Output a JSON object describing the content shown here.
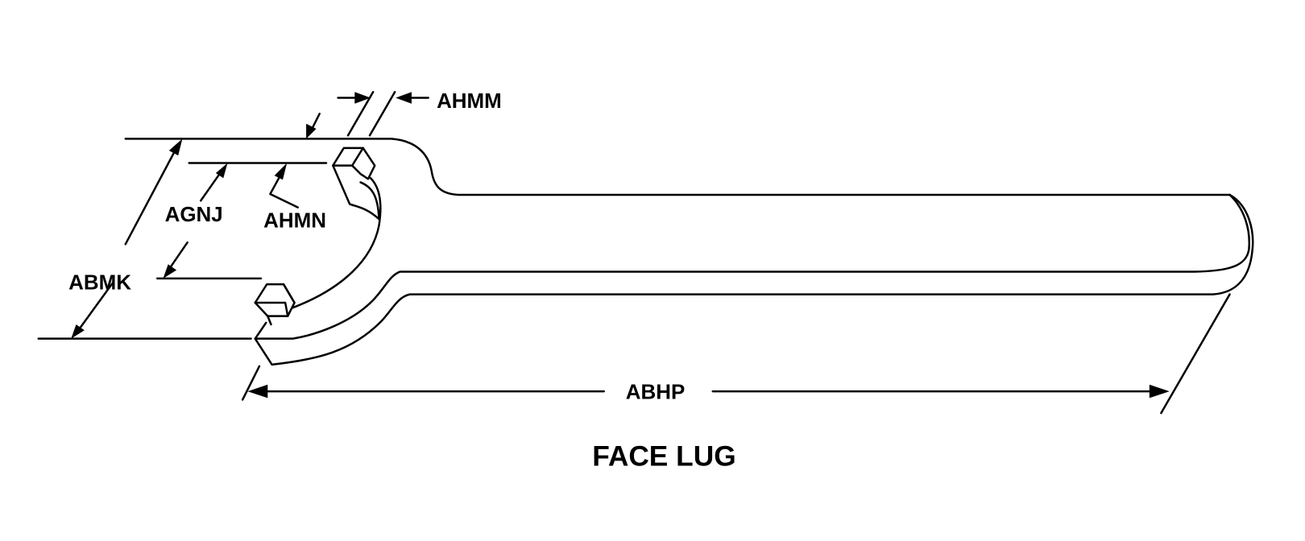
{
  "figure": {
    "title": "FACE LUG",
    "labels": {
      "lug_thickness": "AHMM",
      "lug_height": "AHMN",
      "lug_spacing": "AGNJ",
      "overall_width": "ABMK",
      "overall_length": "ABHP"
    }
  }
}
